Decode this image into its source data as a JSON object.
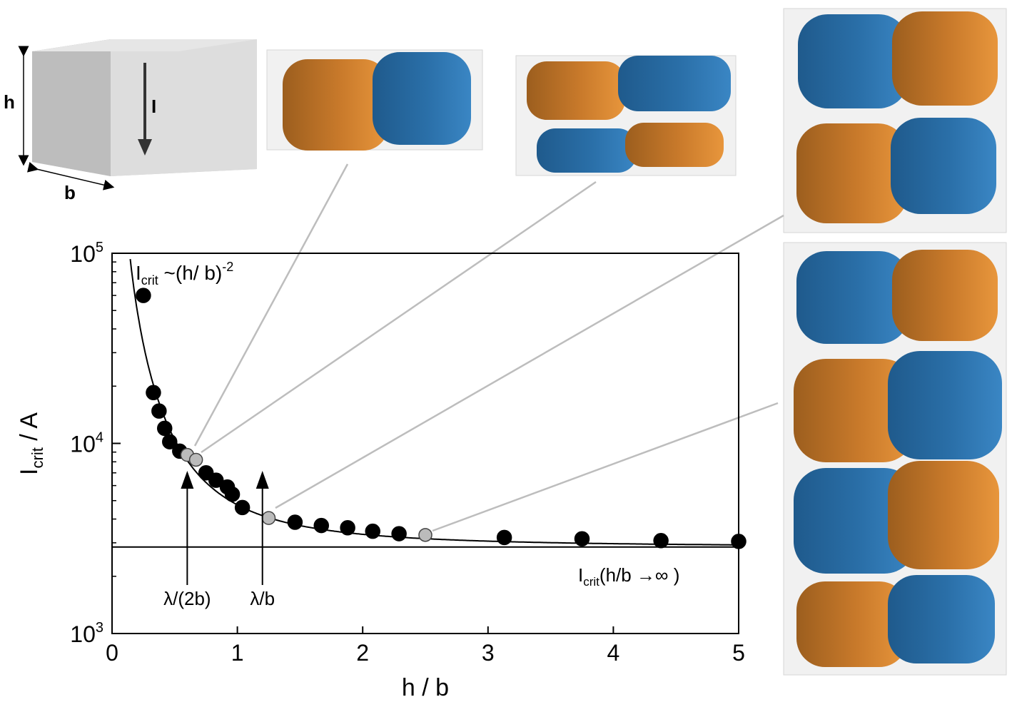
{
  "chart_data": {
    "type": "scatter",
    "xlabel": "h / b",
    "ylabel": {
      "main": "I",
      "sub": "crit",
      "rest": " / A"
    },
    "xlim": [
      0,
      5
    ],
    "ylim": [
      1000,
      100000
    ],
    "yscale": "log",
    "x_ticks": [
      "0",
      "1",
      "2",
      "3",
      "4",
      "5"
    ],
    "y_ticks": [
      {
        "base": "10",
        "exp": "3"
      },
      {
        "base": "10",
        "exp": "4"
      },
      {
        "base": "10",
        "exp": "5"
      }
    ],
    "series": [
      {
        "marker": "filled-circle",
        "color": "#000000",
        "points": [
          [
            0.25,
            60000
          ],
          [
            0.33,
            18500
          ],
          [
            0.375,
            14800
          ],
          [
            0.42,
            12000
          ],
          [
            0.46,
            10200
          ],
          [
            0.54,
            9100
          ],
          [
            0.75,
            7000
          ],
          [
            0.83,
            6400
          ],
          [
            0.92,
            5900
          ],
          [
            0.96,
            5400
          ],
          [
            1.04,
            4600
          ],
          [
            1.46,
            3850
          ],
          [
            1.67,
            3700
          ],
          [
            1.88,
            3600
          ],
          [
            2.08,
            3450
          ],
          [
            2.29,
            3350
          ],
          [
            3.13,
            3200
          ],
          [
            3.75,
            3150
          ],
          [
            4.38,
            3080
          ],
          [
            5.0,
            3050
          ]
        ]
      },
      {
        "marker": "gray-circle",
        "color": "#bbbbbb",
        "points": [
          [
            0.6,
            8700
          ],
          [
            0.67,
            8200
          ],
          [
            1.25,
            4050
          ],
          [
            2.5,
            3300
          ]
        ]
      }
    ],
    "fit_curve": {
      "form": "power-law plus constant",
      "asymptote": 2850,
      "exponent": -2,
      "color": "#000000"
    },
    "asymptote_line": {
      "y": 2850
    },
    "annotations": {
      "fit": {
        "main": "I",
        "sub": "crit",
        "mid": " ~(h/ b)",
        "sup": "-2"
      },
      "asymptote": {
        "main": "I",
        "sub": "crit",
        "rest": "(h/b →∞ )"
      },
      "arrow_half": {
        "text": "λ/(2b)",
        "x": 0.6
      },
      "arrow_full": {
        "text": "λ/b",
        "x": 1.2
      }
    }
  },
  "geometry_inset": {
    "height_label": "h",
    "width_label": "b",
    "current_label": "I"
  },
  "colors": {
    "orange": "#d98a32",
    "blue": "#2f78b3",
    "box": "#d9d9d9",
    "connector": "#bdbdbd"
  }
}
